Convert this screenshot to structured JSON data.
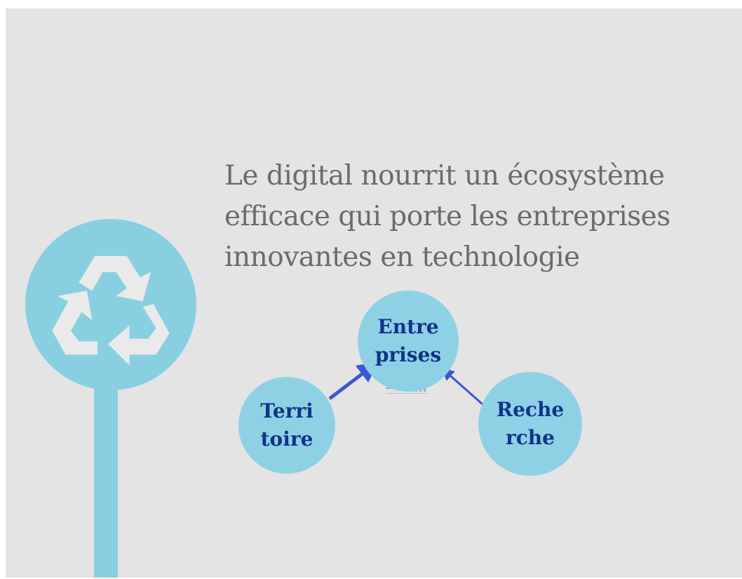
{
  "slide": {
    "headline_lines": [
      "Le digital nourrit un écosystème",
      "efficace qui porte les entreprises",
      "innovantes en technologie"
    ]
  },
  "nodes": {
    "entreprises": [
      "Entre",
      "prises"
    ],
    "territoire": [
      "Terri",
      "toire"
    ],
    "recherche": [
      "Reche",
      "rche"
    ]
  },
  "colors": {
    "background": "#e4e4e4",
    "circle": "#8fd1e4",
    "sign": "#89cfe2",
    "node_text": "#10338a",
    "arrow": "#3d56d6",
    "headline": "#6b6b6b"
  },
  "icons": {
    "sign": "recycle-icon"
  }
}
